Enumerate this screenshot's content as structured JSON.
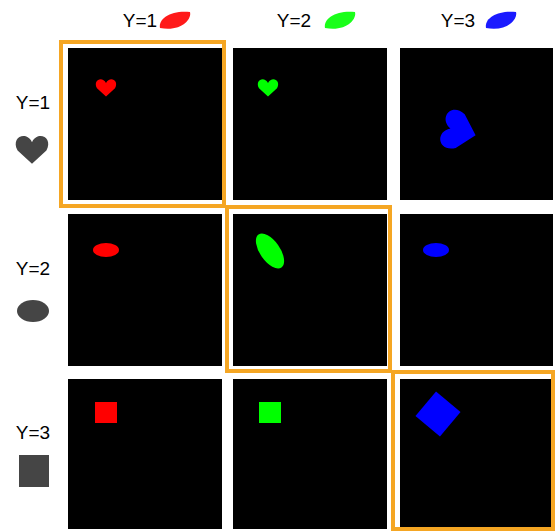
{
  "diagram": {
    "labels": [
      "Y=1",
      "Y=2",
      "Y=3",
      "Y=1",
      "Y=2",
      "Y=3"
    ]
  }
}
